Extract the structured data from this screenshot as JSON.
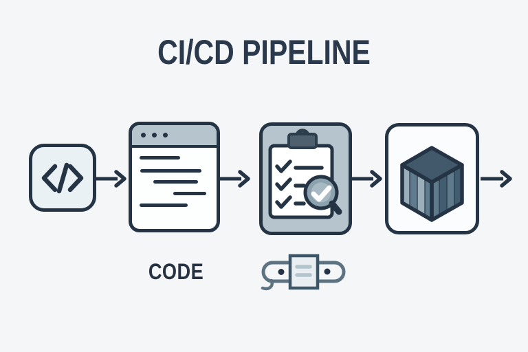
{
  "title": {
    "text": "CI/CD PIPELINE"
  },
  "pipeline": {
    "stages": [
      {
        "id": "code-source",
        "icon": "code-brackets-icon",
        "label": ""
      },
      {
        "id": "code-document",
        "icon": "browser-window-icon",
        "label": "CODE"
      },
      {
        "id": "review-checklist",
        "icon": "checklist-magnifier-icon",
        "label": ""
      },
      {
        "id": "container-build",
        "icon": "container-cube-icon",
        "label": ""
      }
    ],
    "arrow_icon": "flow-arrow-icon",
    "arrow_count": 4,
    "footer_icon": "pipeline-capsule-icon"
  },
  "colors": {
    "background": "#f4f6f8",
    "ink": "#243444",
    "panel_blue_gray": "#b6c5cd",
    "light_blue_fill": "#e9f1f4",
    "slate_outline": "#5d7382",
    "clip_fill": "#4e5f6d",
    "lens_fill": "#8da2af",
    "lens_inner": "#a7b9c3",
    "cube_top": "#42586b",
    "cube_left": "#9bafba",
    "cube_right": "#5e7a8b",
    "cube_stripe_left": "#5f7b8d",
    "cube_stripe_right": "#415d6f",
    "card_fill": "#e9eef2",
    "card_line": "#b3c4cd",
    "white": "#ffffff"
  }
}
